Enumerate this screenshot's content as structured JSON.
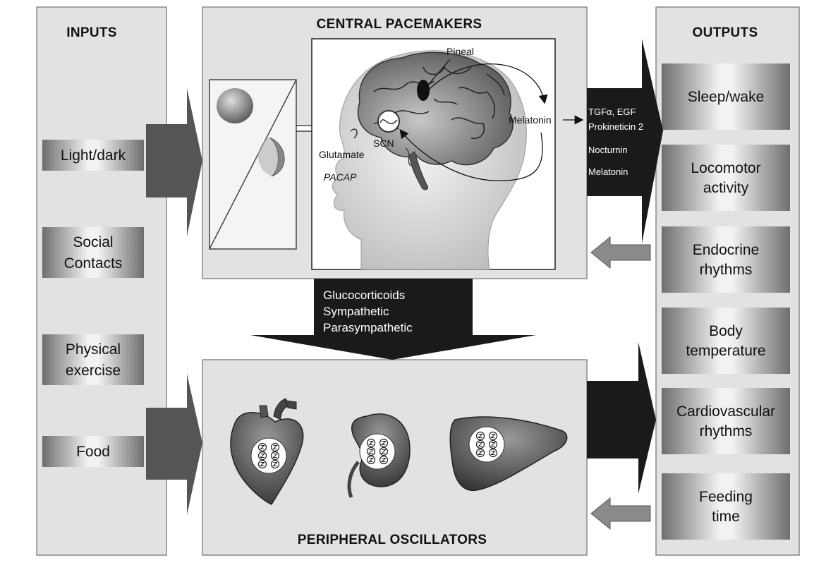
{
  "panels": {
    "inputs_title": "INPUTS",
    "central_title": "CENTRAL PACEMAKERS",
    "outputs_title": "OUTPUTS",
    "peripheral_title": "PERIPHERAL OSCILLATORS"
  },
  "inputs": [
    {
      "lines": [
        "Light/dark"
      ]
    },
    {
      "lines": [
        "Social",
        "Contacts"
      ]
    },
    {
      "lines": [
        "Physical",
        "exercise"
      ]
    },
    {
      "lines": [
        "Food"
      ]
    }
  ],
  "outputs": [
    {
      "lines": [
        "Sleep/wake"
      ]
    },
    {
      "lines": [
        "Locomotor",
        "activity"
      ]
    },
    {
      "lines": [
        "Endocrine",
        "rhythms"
      ]
    },
    {
      "lines": [
        "Body",
        "temperature"
      ]
    },
    {
      "lines": [
        "Cardiovascular",
        "rhythms"
      ]
    },
    {
      "lines": [
        "Feeding",
        "time"
      ]
    }
  ],
  "brain_labels": {
    "pineal": "Pineal",
    "melatonin": "Melatonin",
    "scn": "SCN",
    "glutamate": "Glutamate",
    "pacap": "PACAP"
  },
  "central_outputs": [
    "TGFα, EGF",
    "Prokineticin 2",
    "Nocturnin",
    "Melatonin"
  ],
  "down_signals": [
    "Glucocorticoids",
    "Sympathetic",
    "Parasympathetic"
  ],
  "colors": {
    "panel_fill": "#e2e2e2",
    "dark_arrow": "#1a1a1a",
    "input_arrow": "#555555",
    "feedback_arrow": "#8a8a8a"
  }
}
